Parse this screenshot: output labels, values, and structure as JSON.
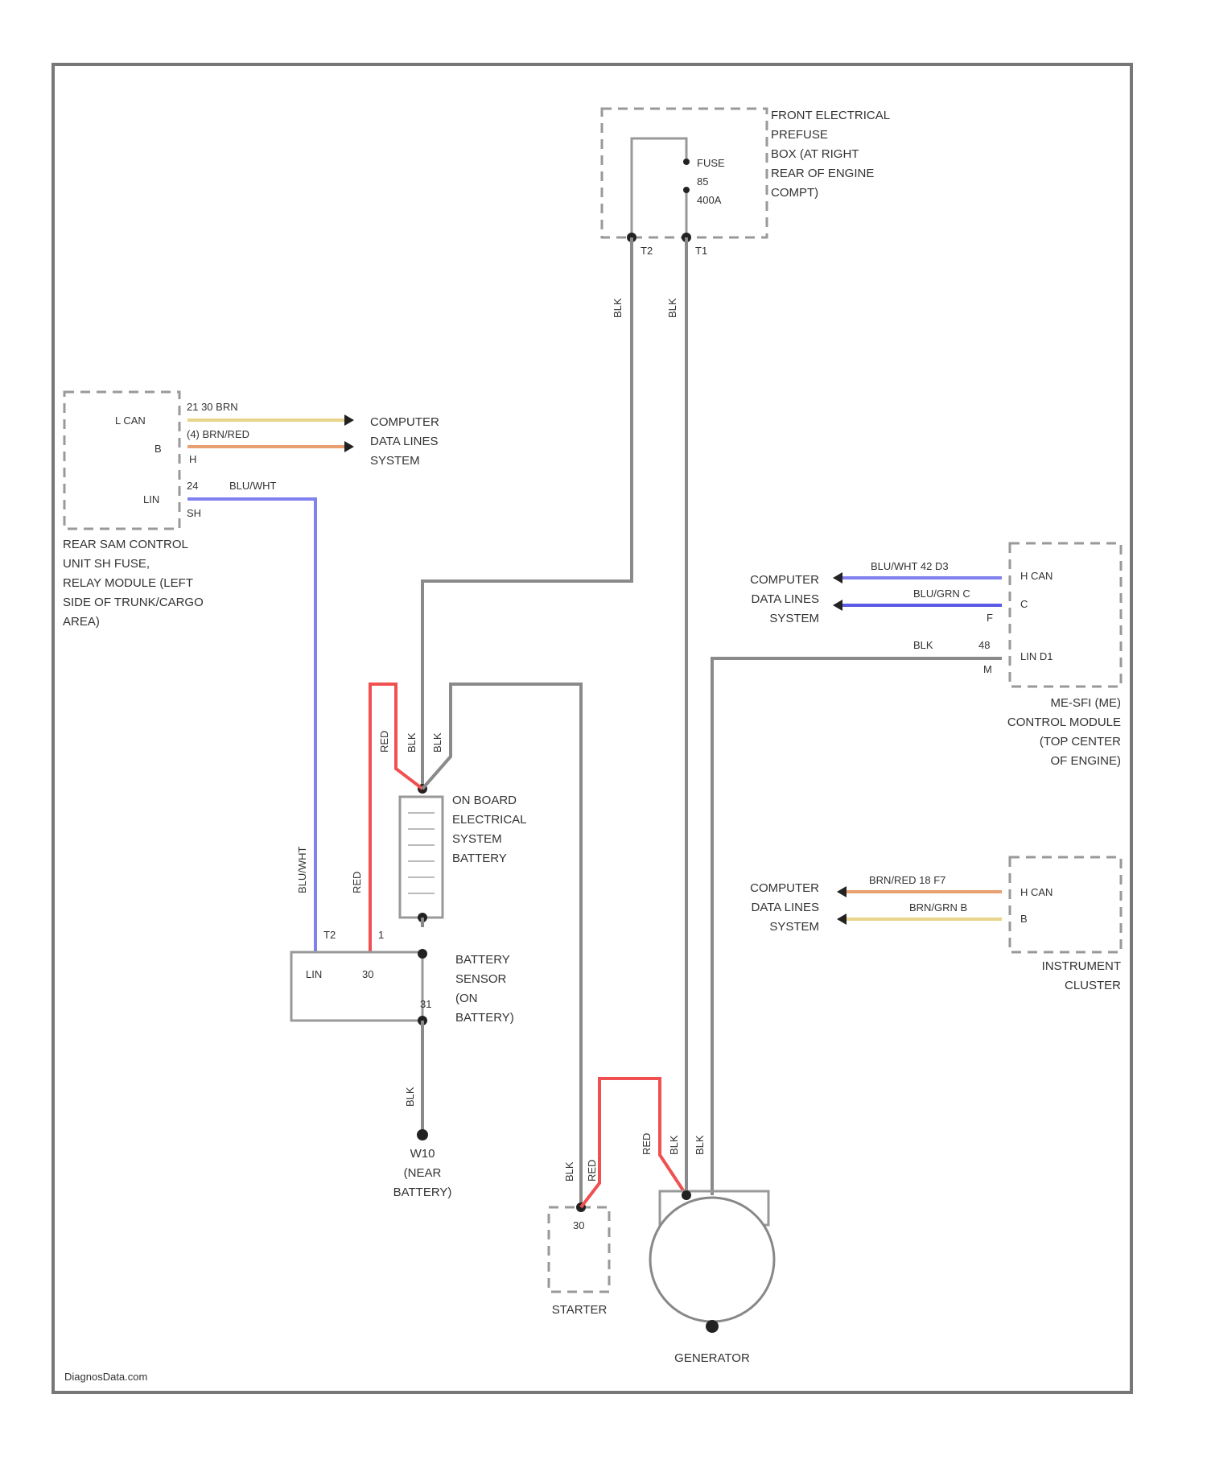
{
  "fuse_box": {
    "label": [
      "FRONT ELECTRICAL",
      "PREFUSE",
      "BOX (AT RIGHT",
      "REAR OF ENGINE",
      "COMPT)"
    ],
    "fuse": [
      "FUSE",
      "85",
      "400A"
    ],
    "pin_left": "T2",
    "pin_right": "T1"
  },
  "wires_fuse": {
    "left": "BLK",
    "right": "BLK"
  },
  "rear_sam": {
    "pins": [
      "L CAN",
      "B",
      "LIN"
    ],
    "circuit_top": "21  30  BRN",
    "circuit_mid": "(4)  BRN/RED",
    "circuit_mid_pin": "H",
    "circuit_lin": "24",
    "circuit_lin_wire": "BLU/WHT",
    "circuit_lin_pin": "SH",
    "label": [
      "REAR SAM CONTROL",
      "UNIT SH FUSE,",
      "RELAY MODULE (LEFT",
      "SIDE OF TRUNK/CARGO",
      "AREA)"
    ]
  },
  "computer_data_left": [
    "COMPUTER",
    "DATA LINES",
    "SYSTEM"
  ],
  "me_module": {
    "pins": [
      "H CAN",
      "C",
      "LIN D1"
    ],
    "wire_top": "BLU/WHT   42  D3",
    "wire_mid": "BLU/GRN   C",
    "wire_mid_pin": "F",
    "wire_lin": "BLK",
    "wire_lin_pin_a": "48",
    "wire_lin_pin_b": "M",
    "label": [
      "ME-SFI (ME)",
      "CONTROL MODULE",
      "(TOP CENTER",
      "OF ENGINE)"
    ]
  },
  "computer_data_right_top": [
    "COMPUTER",
    "DATA LINES",
    "SYSTEM"
  ],
  "instrument_cluster": {
    "pins": [
      "H CAN",
      "B"
    ],
    "wire_top": "BRN/RED   18  F7",
    "wire_bot": "BRN/GRN   B",
    "label": [
      "INSTRUMENT",
      "CLUSTER"
    ]
  },
  "computer_data_right_bot": [
    "COMPUTER",
    "DATA LINES",
    "SYSTEM"
  ],
  "battery": {
    "label": [
      "ON BOARD",
      "ELECTRICAL",
      "SYSTEM",
      "BATTERY"
    ]
  },
  "battery_wires": {
    "red": "RED",
    "blk1": "BLK",
    "blk2": "BLK"
  },
  "sensor_wires": {
    "blu": "BLU/WHT",
    "red": "RED",
    "pin_a": "T2",
    "pin_b": "1"
  },
  "battery_sensor": {
    "pins": [
      "LIN",
      "30"
    ],
    "pin_out": "31",
    "label": [
      "BATTERY",
      "SENSOR",
      "(ON",
      "BATTERY)"
    ]
  },
  "ground": {
    "wire": "BLK",
    "label": [
      "W10",
      "(NEAR",
      "BATTERY)"
    ]
  },
  "starter": {
    "pin": "30",
    "label": "STARTER",
    "wire_blk": "BLK",
    "wire_red": "RED"
  },
  "generator": {
    "label": "GENERATOR",
    "wire_red": "RED",
    "wire_blk1": "BLK",
    "wire_blk2": "BLK"
  },
  "watermark": "DiagnosData.com"
}
